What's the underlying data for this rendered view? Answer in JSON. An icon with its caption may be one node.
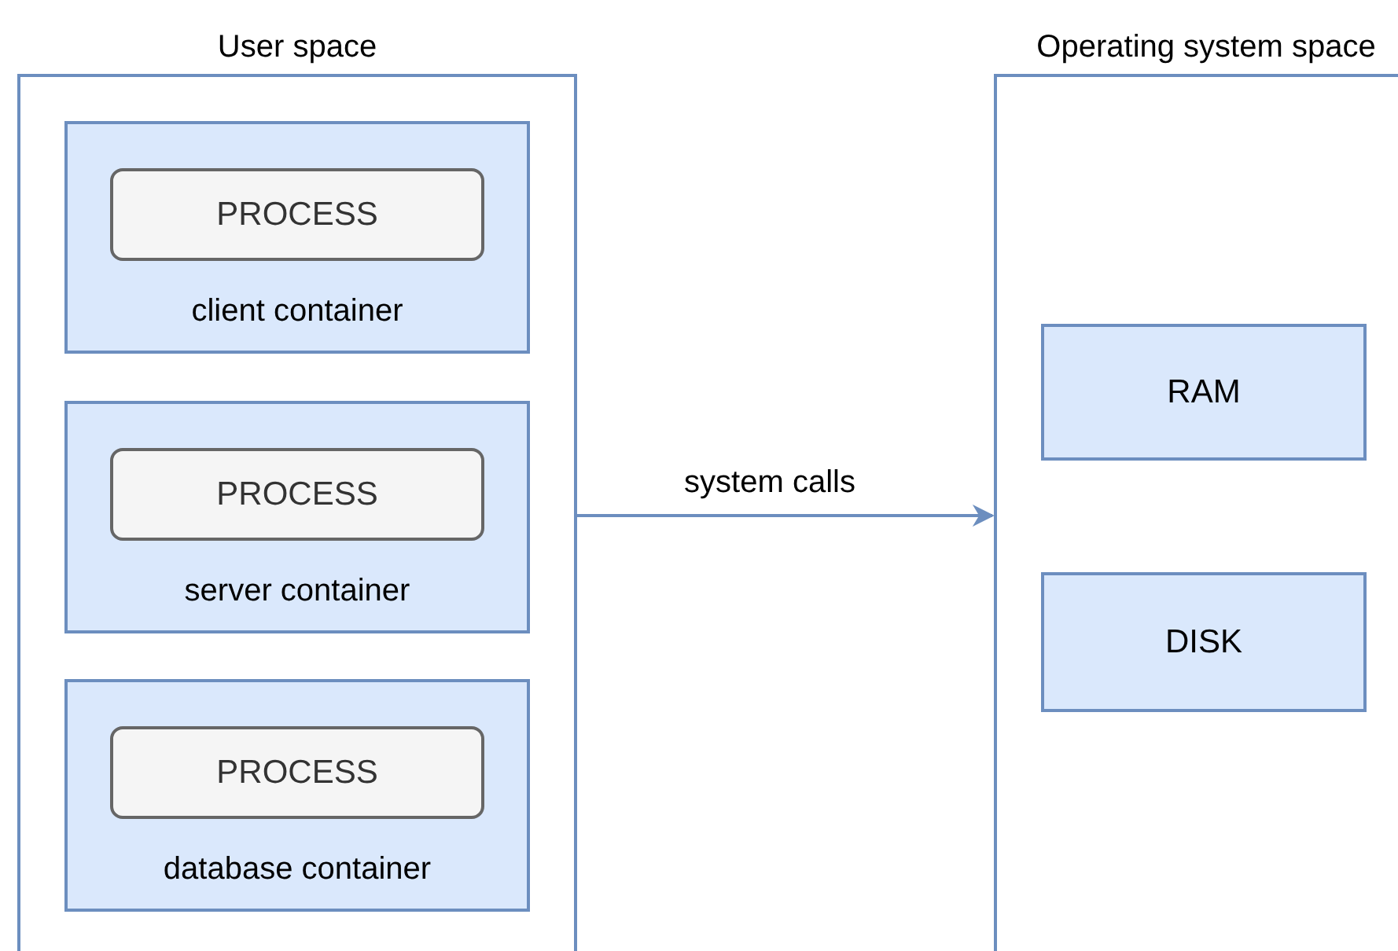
{
  "diagram": {
    "nodes": [
      {
        "text": [
          "User space"
        ]
      },
      {
        "text": [
          "client container"
        ],
        "in": 0
      },
      {
        "text": [
          "PROCESS"
        ],
        "in": 1
      },
      {
        "text": [
          "server container"
        ],
        "in": 0
      },
      {
        "text": [
          "PROCESS"
        ],
        "in": 3
      },
      {
        "text": [
          "database container"
        ],
        "in": 0
      },
      {
        "text": [
          "PROCESS"
        ],
        "in": 5
      },
      {
        "text": [
          "Operating system space"
        ]
      },
      {
        "text": [
          "RAM"
        ],
        "in": 7
      },
      {
        "text": [
          "DISK"
        ],
        "in": 7
      }
    ],
    "edges": [
      {
        "from": 0,
        "to": 7,
        "arrow": "to",
        "label": "system calls"
      }
    ]
  }
}
